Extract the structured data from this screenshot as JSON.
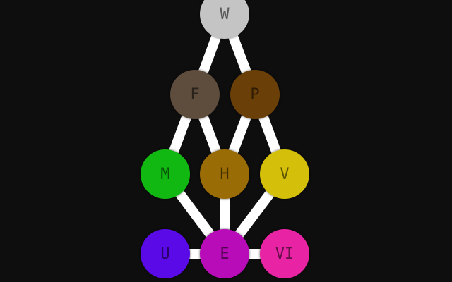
{
  "diagram": {
    "nodes": [
      {
        "id": "W",
        "label": "W",
        "color": "#c4c4c4"
      },
      {
        "id": "F",
        "label": "F",
        "color": "#5e4c3c"
      },
      {
        "id": "P",
        "label": "P",
        "color": "#6a3f08"
      },
      {
        "id": "M",
        "label": "M",
        "color": "#12b812"
      },
      {
        "id": "H",
        "label": "H",
        "color": "#9a6c06"
      },
      {
        "id": "V",
        "label": "V",
        "color": "#d4c00a"
      },
      {
        "id": "U",
        "label": "U",
        "color": "#5a0ae6"
      },
      {
        "id": "E",
        "label": "E",
        "color": "#b80cb8"
      },
      {
        "id": "VI",
        "label": "VI",
        "color": "#e824a4"
      }
    ],
    "edges": [
      [
        "W",
        "F"
      ],
      [
        "W",
        "P"
      ],
      [
        "F",
        "M"
      ],
      [
        "F",
        "H"
      ],
      [
        "P",
        "H"
      ],
      [
        "P",
        "V"
      ],
      [
        "M",
        "E"
      ],
      [
        "H",
        "E"
      ],
      [
        "V",
        "E"
      ],
      [
        "U",
        "E"
      ],
      [
        "E",
        "VI"
      ]
    ]
  }
}
